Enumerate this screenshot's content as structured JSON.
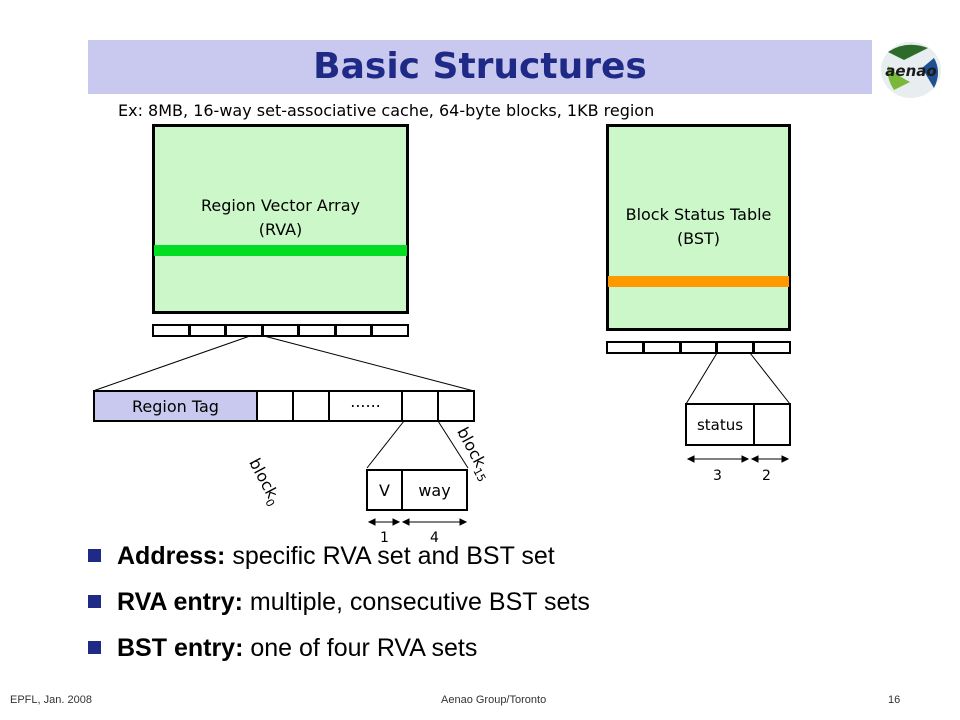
{
  "title": "Basic Structures",
  "subtitle": "Ex: 8MB, 16-way set-associative cache, 64-byte blocks, 1KB region",
  "logo_text": "aenao",
  "rva": {
    "label_line1": "Region Vector Array",
    "label_line2": "(RVA)",
    "stripe_color": "#00dd22"
  },
  "bst": {
    "label_line1": "Block Status Table",
    "label_line2": "(BST)",
    "stripe_color": "#ff9900"
  },
  "rva_entry": {
    "region_tag": "Region Tag",
    "dots": "......",
    "block0": "block",
    "block0_sub": "0",
    "block15": "block",
    "block15_sub": "15"
  },
  "block_entry": {
    "v": "V",
    "way": "way",
    "v_bits": "1",
    "way_bits": "4"
  },
  "bst_entry": {
    "status": "status",
    "status_bits": "3",
    "other_bits": "2"
  },
  "bullets": [
    {
      "bold": "Address:",
      "text": " specific RVA set and BST set"
    },
    {
      "bold": "RVA entry:",
      "text": " multiple, consecutive BST sets"
    },
    {
      "bold": "BST entry:",
      "text": " one of four RVA sets"
    }
  ],
  "footer": {
    "left": "EPFL, Jan. 2008",
    "center": "Aenao Group/Toronto",
    "page": "16"
  },
  "colors": {
    "title": "#1f2a86",
    "title_bg": "#c9c9ef",
    "box_fill": "#ccf7c8",
    "region_tag_fill": "#c9c9ef"
  }
}
